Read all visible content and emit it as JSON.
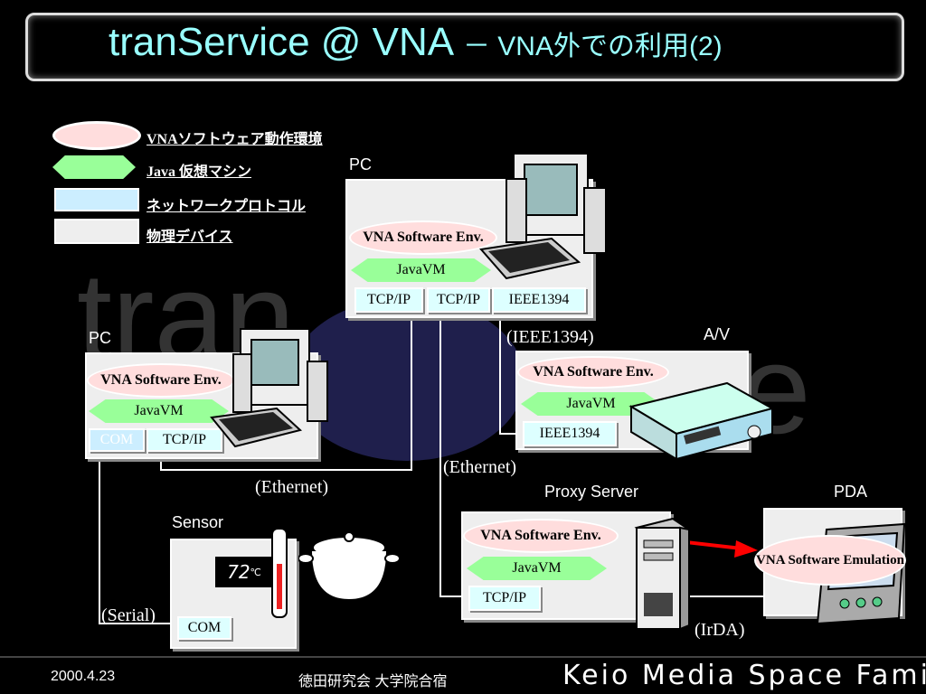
{
  "title": {
    "main": "tranService @ VNA",
    "sub": "－ VNA外での利用(2)"
  },
  "watermark": {
    "text_left": "tran",
    "text_right": "te"
  },
  "legend": [
    {
      "label": "VNAソフトウェア動作環境",
      "color": "#ffd0d0",
      "shape": "ellipse"
    },
    {
      "label": "Java 仮想マシン",
      "color": "#99ff99",
      "shape": "hexagon"
    },
    {
      "label": "ネットワークプロトコル",
      "color": "#ccf0ff",
      "shape": "rect"
    },
    {
      "label": "物理デバイス",
      "color": "#eeeeee",
      "shape": "rect"
    }
  ],
  "nodes": {
    "pc_top": {
      "label": "PC",
      "env": "VNA Software Env.",
      "vm": "JavaVM",
      "protocols": [
        "TCP/IP",
        "TCP/IP",
        "IEEE1394"
      ]
    },
    "pc_left": {
      "label": "PC",
      "env": "VNA Software Env.",
      "vm": "JavaVM",
      "protocols": [
        "COM",
        "TCP/IP"
      ]
    },
    "av": {
      "label": "A/V",
      "env": "VNA Software Env.",
      "vm": "JavaVM",
      "protocols": [
        "IEEE1394"
      ]
    },
    "proxy": {
      "label": "Proxy Server",
      "env": "VNA Software Env.",
      "vm": "JavaVM",
      "protocols": [
        "TCP/IP"
      ]
    },
    "pda": {
      "label": "PDA",
      "env": "VNA Software Emulation"
    },
    "sensor": {
      "label": "Sensor",
      "reading": "72",
      "unit": "℃",
      "protocols": [
        "COM"
      ]
    }
  },
  "links": {
    "ieee1394": "(IEEE1394)",
    "ethernet_left": "(Ethernet)",
    "ethernet_right": "(Ethernet)",
    "serial": "(Serial)",
    "irda": "(IrDA)"
  },
  "footer": {
    "date": "2000.4.23",
    "org": "徳田研究会 大学院合宿",
    "brand": "Keio Media Space Family"
  },
  "colors": {
    "title": "#99ffff",
    "arrow": "#ff0000",
    "brand_caps": "#9999ff"
  }
}
